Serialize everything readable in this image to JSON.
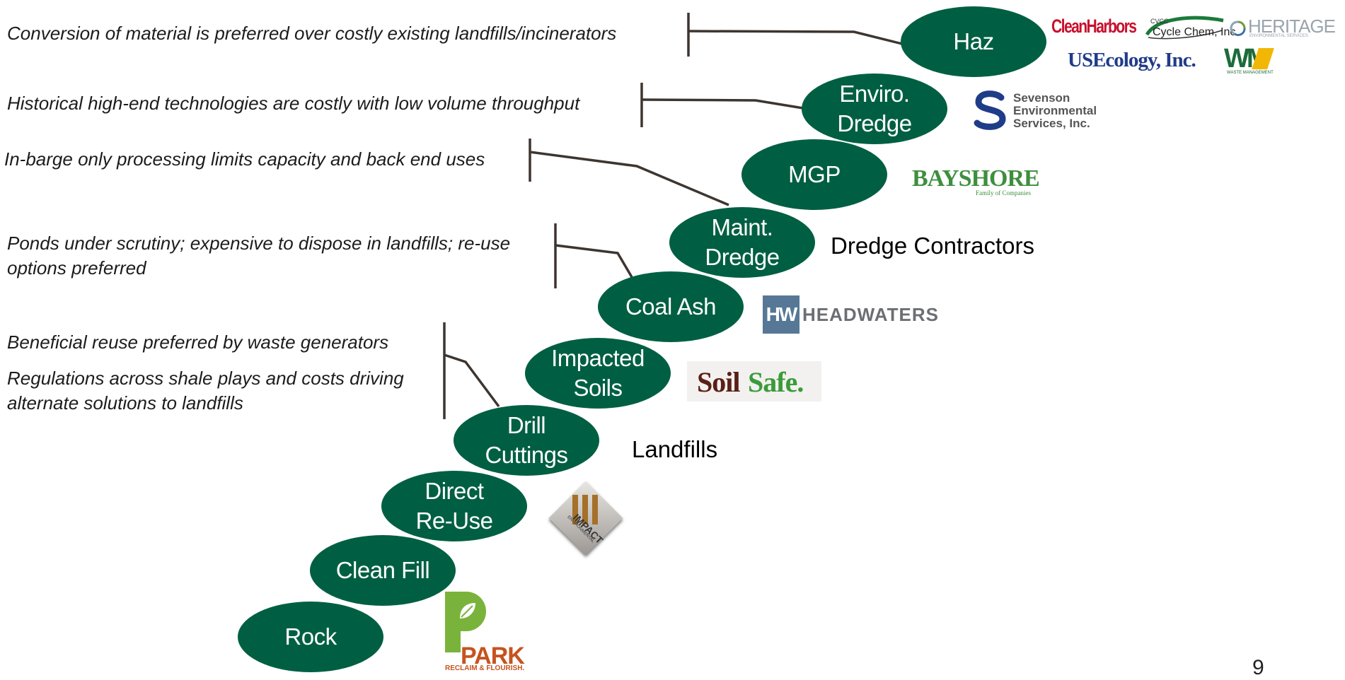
{
  "notes": {
    "haz": "Conversion of material is preferred over costly existing landfills/incinerators",
    "enviro": "Historical high-end technologies are costly with low volume throughput",
    "maint": "In-barge only processing limits capacity and back end uses",
    "coal_1": "Ponds under scrutiny; expensive to dispose in landfills; re-use",
    "coal_2": "options preferred",
    "drill_1": "Beneficial reuse preferred by waste generators",
    "drill_2": "Regulations across shale plays and costs driving",
    "drill_3": "alternate solutions to landfills"
  },
  "steps": {
    "haz": "Haz",
    "enviro_1": "Enviro.",
    "enviro_2": "Dredge",
    "mgp": "MGP",
    "maint_1": "Maint.",
    "maint_2": "Dredge",
    "coal": "Coal Ash",
    "soils_1": "Impacted",
    "soils_2": "Soils",
    "drill_1": "Drill",
    "drill_2": "Cuttings",
    "direct_1": "Direct",
    "direct_2": "Re-Use",
    "clean": "Clean Fill",
    "rock": "Rock"
  },
  "labels": {
    "dredge_contractors": "Dredge Contractors",
    "landfills": "Landfills"
  },
  "logos": {
    "cleanharbors": "CleanHarbors",
    "cyclechem_small": "CVCC",
    "cyclechem": "Cycle Chem, Inc.",
    "heritage": "HERITAGE",
    "heritage_sub": "ENVIRONMENTAL SERVICES",
    "usecology": "USEcology, Inc.",
    "wm": "WM",
    "wm_sub": "WASTE MANAGEMENT",
    "sevenson_1": "Sevenson",
    "sevenson_2": "Environmental",
    "sevenson_3": "Services, Inc.",
    "bayshore": "BAYSHORE",
    "bayshore_sub": "Family of Companies",
    "headwaters_mark": "HW",
    "headwaters": "HEADWATERS",
    "soilsafe_1": "Soil",
    "soilsafe_2": "Safe.",
    "impact": "IMPACT",
    "impact_sub": "ENVIRONMENTAL",
    "park": "PARK",
    "park_sub": "RECLAIM & FLOURISH."
  },
  "page_number": "9",
  "colors": {
    "oval": "#005f42",
    "connector": "#3d3530"
  }
}
